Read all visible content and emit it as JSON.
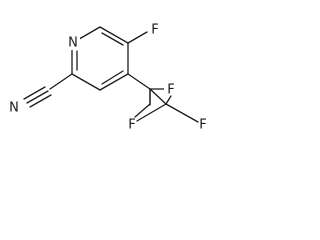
{
  "molecule": {
    "atoms": {
      "ring_nitrogen": "N",
      "fluorine_ring": "F",
      "nitrile_nitrogen": "N",
      "fluorine_cf3_top": "F",
      "fluorine_cf3_right": "F",
      "fluorine_cf3_bottom": "F"
    }
  },
  "colors": {
    "bond": "#1a1a1a",
    "label": "#1a1a1a",
    "background": "#ffffff"
  }
}
